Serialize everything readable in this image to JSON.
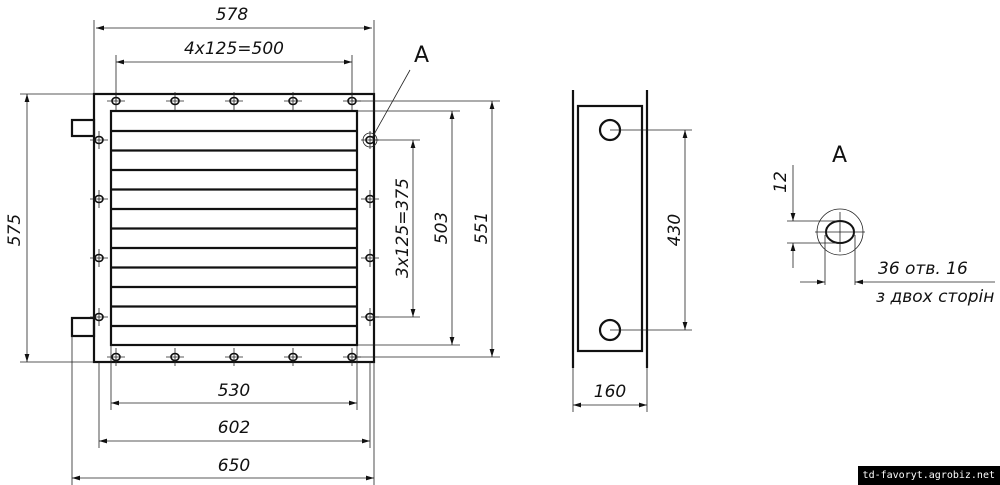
{
  "front_view": {
    "dim_overall_width_top": "578",
    "dim_hole_pitch_top": "4x125=500",
    "dim_overall_height": "575",
    "dim_hole_pitch_side": "3x125=375",
    "dim_inner_height": "503",
    "dim_hole_height": "551",
    "dim_inner_width": "530",
    "dim_hole_width": "602",
    "dim_total_width": "650",
    "detail_callout": "A"
  },
  "side_view": {
    "dim_pipe_spacing": "430",
    "dim_depth": "160"
  },
  "detail_a": {
    "title": "A",
    "dim_slot": "12",
    "note_line1": "36 отв. 16",
    "note_line2": "з двох сторін"
  },
  "watermark": "td-favoryt.agrobiz.net"
}
